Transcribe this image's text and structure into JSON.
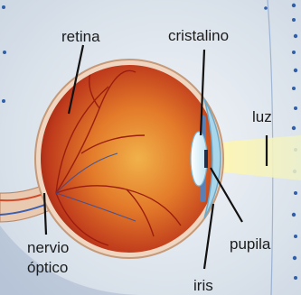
{
  "labels": {
    "retina": "retina",
    "cristalino": "cristalino",
    "luz": "luz",
    "nervio_line1": "nervio",
    "nervio_line2": "óptico",
    "pupila": "pupila",
    "iris": "iris"
  },
  "colors": {
    "background": "#dfe6ee",
    "page_white": "#ffffff",
    "border_dots": "#2f5fa8",
    "eyeball_red": "#c23a1e",
    "eyeball_orange": "#e58a2b",
    "sclera": "#f2d9c4",
    "cornea": "#a9d6ea",
    "light_beam": "#f6f3c6",
    "leader_line": "#111111"
  }
}
